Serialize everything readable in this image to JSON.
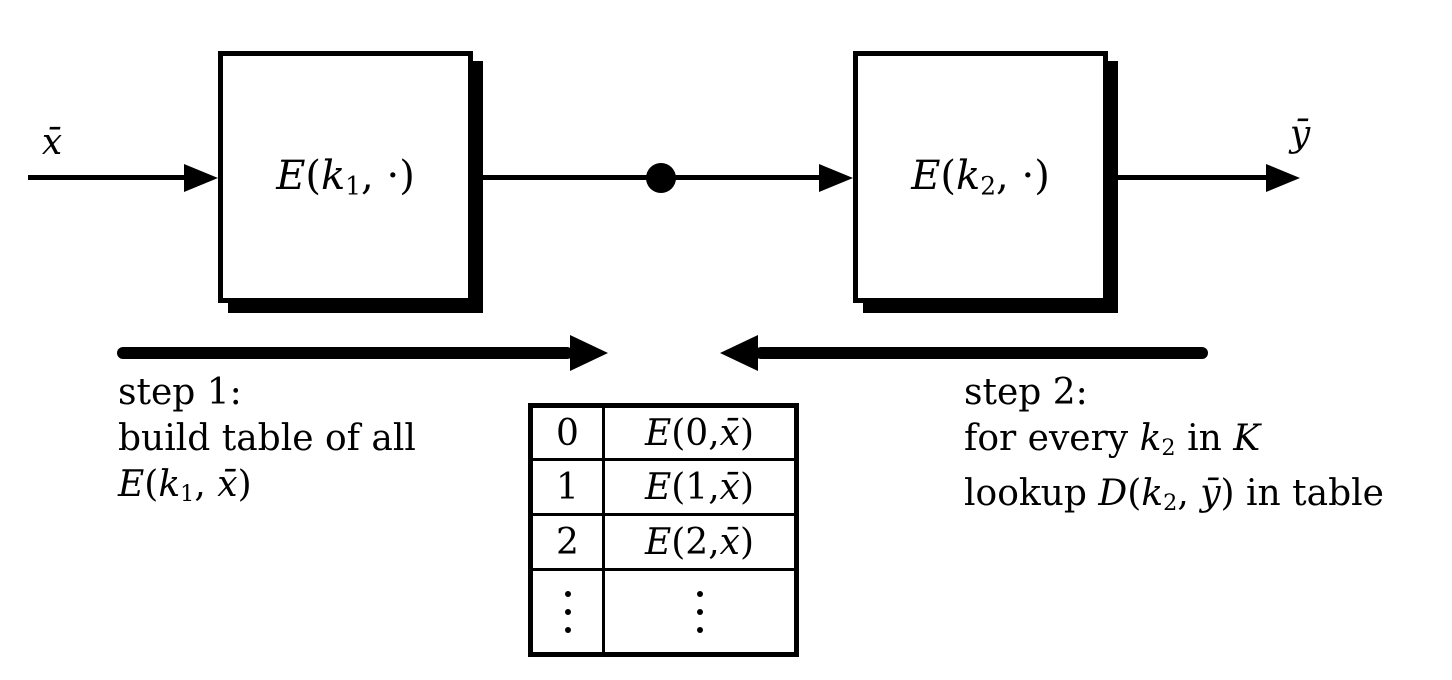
{
  "colors": {
    "ink": "#000000",
    "background": "#ffffff"
  },
  "diagram": {
    "input_label": [
      {
        "t": "x̄",
        "s": "it"
      }
    ],
    "output_label": [
      {
        "t": "ȳ",
        "s": "it"
      }
    ],
    "box1_label": [
      {
        "t": "E",
        "s": "it"
      },
      {
        "t": "(",
        "s": "rm"
      },
      {
        "t": "k",
        "s": "it"
      },
      {
        "t": "1",
        "s": "sub"
      },
      {
        "t": ", ·)",
        "s": "rm"
      }
    ],
    "box2_label": [
      {
        "t": "E",
        "s": "it"
      },
      {
        "t": "(",
        "s": "rm"
      },
      {
        "t": "k",
        "s": "it"
      },
      {
        "t": "2",
        "s": "sub"
      },
      {
        "t": ", ·)",
        "s": "rm"
      }
    ],
    "step1": {
      "lines": [
        [
          {
            "t": "step 1:",
            "s": "rm"
          }
        ],
        [
          {
            "t": "build table of all",
            "s": "rm"
          }
        ],
        [
          {
            "t": "E",
            "s": "it"
          },
          {
            "t": "(",
            "s": "rm"
          },
          {
            "t": "k",
            "s": "it"
          },
          {
            "t": "1",
            "s": "sub"
          },
          {
            "t": ", ",
            "s": "rm"
          },
          {
            "t": "x̄",
            "s": "it"
          },
          {
            "t": ")",
            "s": "rm"
          }
        ]
      ]
    },
    "step2": {
      "lines": [
        [
          {
            "t": "step 2:",
            "s": "rm"
          }
        ],
        [
          {
            "t": "for every ",
            "s": "rm"
          },
          {
            "t": "k",
            "s": "it"
          },
          {
            "t": "2",
            "s": "sub"
          },
          {
            "t": " in ",
            "s": "rm"
          },
          {
            "t": "K",
            "s": "cal"
          }
        ],
        [
          {
            "t": "lookup ",
            "s": "rm"
          },
          {
            "t": "D",
            "s": "it"
          },
          {
            "t": "(",
            "s": "rm"
          },
          {
            "t": "k",
            "s": "it"
          },
          {
            "t": "2",
            "s": "sub"
          },
          {
            "t": ", ",
            "s": "rm"
          },
          {
            "t": "ȳ",
            "s": "it"
          },
          {
            "t": ") in table",
            "s": "rm"
          }
        ]
      ]
    },
    "table": {
      "rows": [
        {
          "key": [
            {
              "t": "0",
              "s": "rm"
            }
          ],
          "value": [
            {
              "t": "E",
              "s": "it"
            },
            {
              "t": "(0, ",
              "s": "rm"
            },
            {
              "t": "x̄",
              "s": "it"
            },
            {
              "t": ")",
              "s": "rm"
            }
          ]
        },
        {
          "key": [
            {
              "t": "1",
              "s": "rm"
            }
          ],
          "value": [
            {
              "t": "E",
              "s": "it"
            },
            {
              "t": "(1, ",
              "s": "rm"
            },
            {
              "t": "x̄",
              "s": "it"
            },
            {
              "t": ")",
              "s": "rm"
            }
          ]
        },
        {
          "key": [
            {
              "t": "2",
              "s": "rm"
            }
          ],
          "value": [
            {
              "t": "E",
              "s": "it"
            },
            {
              "t": "(2, ",
              "s": "rm"
            },
            {
              "t": "x̄",
              "s": "it"
            },
            {
              "t": ")",
              "s": "rm"
            }
          ]
        },
        {
          "key": [
            {
              "t": "⋮",
              "s": "vdots"
            }
          ],
          "value": [
            {
              "t": "⋮",
              "s": "vdots"
            }
          ]
        }
      ]
    }
  }
}
